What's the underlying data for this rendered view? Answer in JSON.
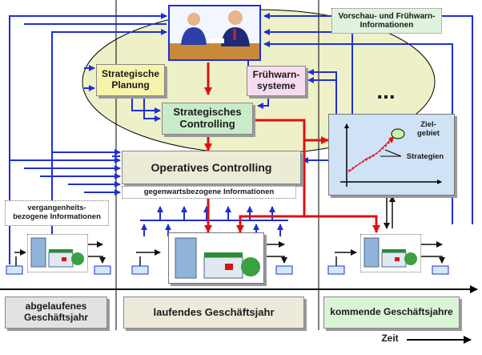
{
  "nodes": {
    "strategische_planung": "Strategische\nPlanung",
    "fruehwarnsysteme": "Frühwarn-\nsysteme",
    "strategisches_controlling": "Strategisches\nControlling",
    "operatives_controlling": "Operatives Controlling",
    "gegenwartsbezogene": "gegenwartsbezogene Informationen",
    "vergangenheitsbezogene": "vergangenheits-\nbezogene Informationen",
    "vorschau": "Vorschau- und Frühwarn-\nInformationen",
    "ellipsis": "...",
    "ziel": "Ziel-\ngebiet",
    "strategien": "Strategien"
  },
  "periods": {
    "abgelaufenes": "abgelaufenes\nGeschäftsjahr",
    "laufendes": "laufendes Geschäftsjahr",
    "kommende": "kommende Geschäftsjahre"
  },
  "axis": {
    "zeit": "Zeit"
  },
  "colors": {
    "blue_arrow": "#1f2fd6",
    "red_arrow": "#e01010",
    "ellipse_fill": "#eef1c8",
    "planning_fill": "#f6f4ab",
    "fruehwarn_fill": "#f7dcef",
    "controlling_fill": "#c8ecc8",
    "operativ_fill": "#ecebd6",
    "chart_fill": "#cfe2f6",
    "kommende_fill": "#d9f5d6",
    "abgelaufen_fill": "#e2e2e2",
    "laufend_fill": "#eeeadb"
  },
  "icons": [
    "meeting-people-icon",
    "company-building-icon",
    "trend-chart-icon"
  ]
}
